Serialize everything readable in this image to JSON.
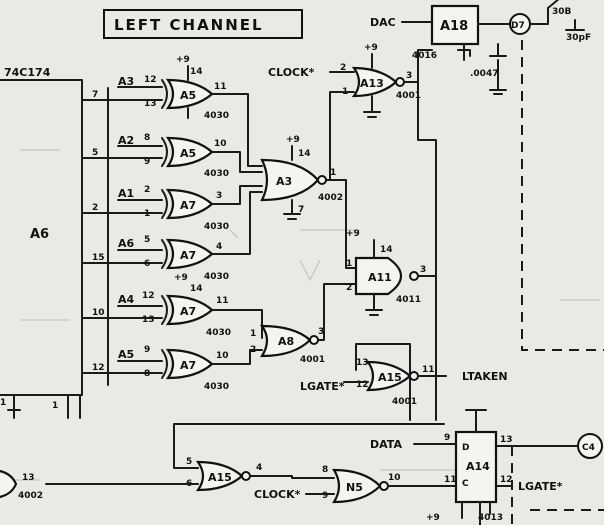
{
  "title": "LEFT CHANNEL",
  "chips": {
    "a6": {
      "label": "A6",
      "part": "74C174"
    },
    "a18": {
      "label": "A18",
      "part": "4016",
      "node": "D7",
      "cap": ".0047",
      "cap2": "30pF",
      "ref": "30B"
    },
    "a13": {
      "label": "A13",
      "part": "4001",
      "pin_in1": "2",
      "pin_in2": "1",
      "pin_out": "3",
      "supply": "+9"
    },
    "a5_top": {
      "label": "A5",
      "part": "4030",
      "pin_in1": "12",
      "pin_in2": "13",
      "pin_out": "11",
      "supply": "+9",
      "pin_vdd": "14"
    },
    "a5_2": {
      "label": "A5",
      "part": "4030",
      "pin_in1": "8",
      "pin_in2": "9",
      "pin_out": "10"
    },
    "a7_1": {
      "label": "A7",
      "part": "4030",
      "pin_in1": "2",
      "pin_in2": "1",
      "pin_out": "3"
    },
    "a7_2": {
      "label": "A7",
      "part": "4030",
      "pin_in1": "5",
      "pin_in2": "6",
      "pin_out": "4"
    },
    "a7_3": {
      "label": "A7",
      "part": "4030",
      "pin_in1": "12",
      "pin_in2": "13",
      "pin_out": "11",
      "supply": "+9",
      "pin_vdd": "14"
    },
    "a7_4": {
      "label": "A7",
      "part": "4030",
      "pin_in1": "9",
      "pin_in2": "8",
      "pin_out": "10"
    },
    "a3": {
      "label": "A3",
      "part": "4002",
      "supply": "+9",
      "pin_vdd": "14",
      "pin_out": "1",
      "pin_gnd": "7"
    },
    "a8": {
      "label": "A8",
      "part": "4001",
      "pin_in1": "1",
      "pin_in2": "2",
      "pin_out": "3"
    },
    "a11": {
      "label": "A11",
      "part": "4011",
      "supply": "+9",
      "pin_vdd": "14",
      "pin_in1": "1",
      "pin_in2": "2",
      "pin_out": "3"
    },
    "a15_top": {
      "label": "A15",
      "part": "4001",
      "pin_in1": "13",
      "pin_in2": "12",
      "pin_out": "11"
    },
    "a15_bot": {
      "label": "A15",
      "pin_in1": "5",
      "pin_in2": "6",
      "pin_out": "4"
    },
    "n5": {
      "label": "N5",
      "pin_in1": "8",
      "pin_in2": "9",
      "pin_out": "10"
    },
    "a14": {
      "label": "A14",
      "part": "4013",
      "pin_d": "D",
      "pin_c": "C",
      "supply": "+9"
    },
    "left_chip": {
      "part": "4002",
      "pin": "13"
    }
  },
  "inputs": {
    "a3": "A3",
    "a2": "A2",
    "a1": "A1",
    "a6": "A6",
    "a4": "A4",
    "a5": "A5"
  },
  "a6_pins": [
    "7",
    "5",
    "2",
    "15",
    "10",
    "12"
  ],
  "signals": {
    "dac": "DAC",
    "clock_top": "CLOCK*",
    "lgate": "LGATE*",
    "ltaken": "LTAKEN",
    "data": "DATA",
    "clock_bot": "CLOCK*",
    "lgate_out": "LGATE*",
    "c4": "C4"
  },
  "pins_misc": {
    "data_pin": "9",
    "q_pin": "13",
    "qbar_pin": "12",
    "pin11": "11",
    "pin14": "14",
    "pin10": "10",
    "pin7": "7",
    "pin8": "8"
  }
}
